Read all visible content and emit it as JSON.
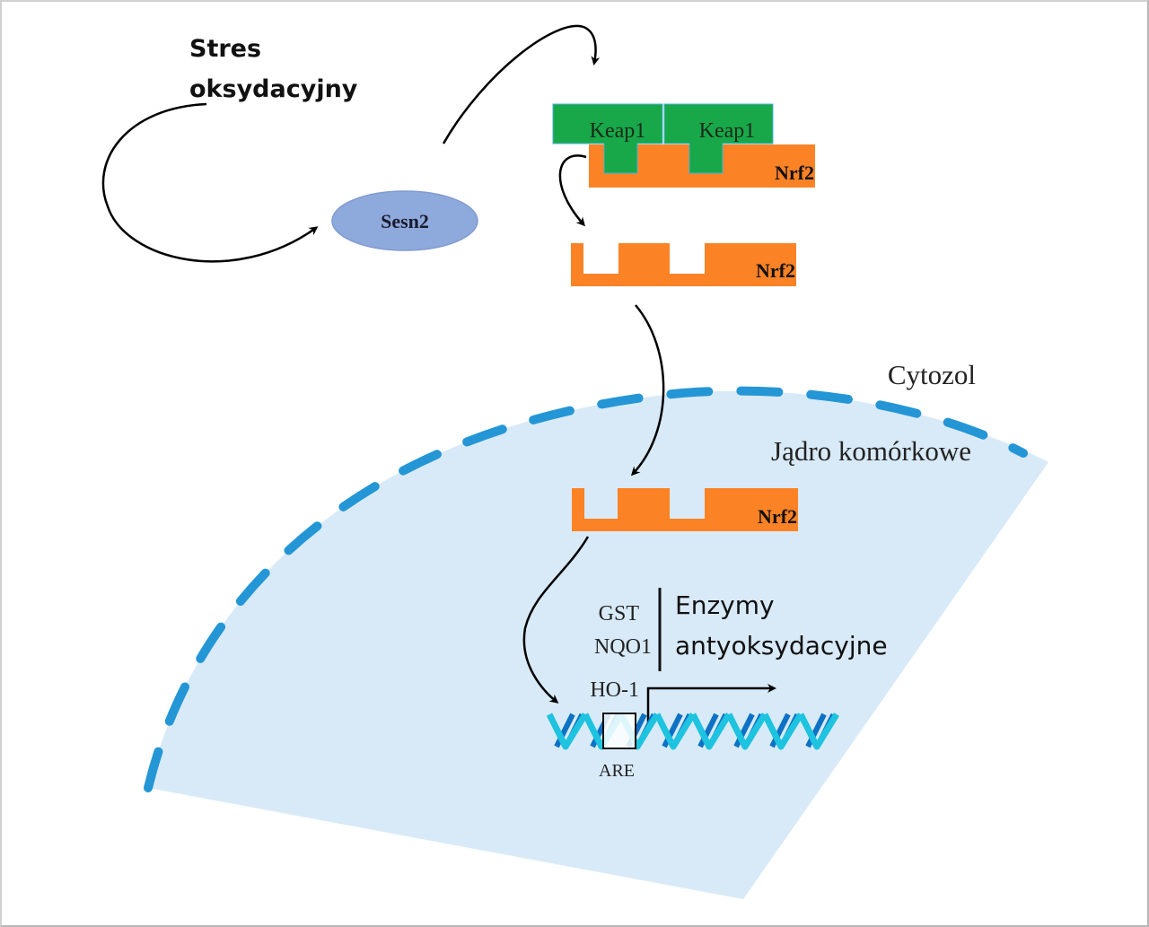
{
  "labels": {
    "stress": [
      "Stres",
      "oksydacyjny"
    ],
    "sesn2": "Sesn2",
    "keap1_a": "Keap1",
    "keap1_b": "Keap1",
    "nrf2_bound": "Nrf2",
    "nrf2_free": "Nrf2",
    "nrf2_nucleus": "Nrf2",
    "cytozol": "Cytozol",
    "nucleus": "Jądro komórkowe",
    "genes": [
      "GST",
      "NQO1",
      "HO-1"
    ],
    "enzymes": [
      "Enzymy",
      "antyoksydacyjne"
    ],
    "are": "ARE"
  },
  "colors": {
    "keap1": "#18a849",
    "nrf2": "#fb8225",
    "sesn2": "#8ea9db",
    "nucleus_fill": "#d8eaf7",
    "membrane": "#2496d6",
    "dna_light": "#1ec3e0",
    "dna_dark": "#0d72c4"
  }
}
